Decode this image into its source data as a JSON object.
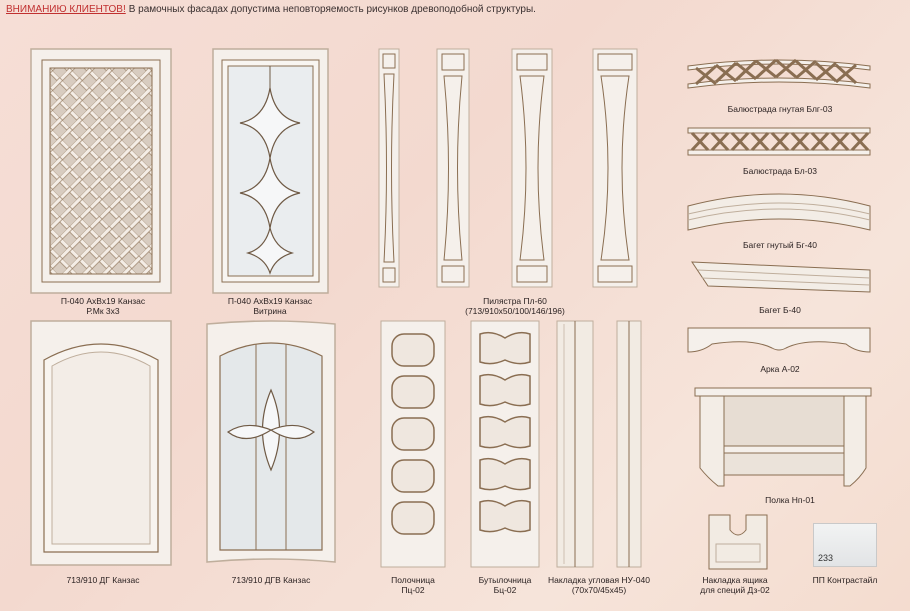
{
  "notice": {
    "highlight": "ВНИМАНИЮ КЛИЕНТОВ!",
    "text": "В рамочных фасадах допустима неповторяемость рисунков древоподобной структуры."
  },
  "captions": {
    "door_lattice": [
      "П-040 АхВх19 Канзас",
      "Р.Мк 3х3"
    ],
    "door_vitrina": [
      "П-040 АхВх19 Канзас",
      "Витрина"
    ],
    "pilaster": [
      "Пилястра Пл-60",
      "(713/910х50/100/146/196)"
    ],
    "baluster_bent": "Балюстрада гнутая Блг-03",
    "baluster": "Балюстрада Бл-03",
    "baget_bent": "Багет гнутый Бг-40",
    "baget": "Багет Б-40",
    "arch": "Арка А-02",
    "shelf": "Полка Нп-01",
    "door_dg": "713/910 ДГ Канзас",
    "door_dgv": "713/910 ДГВ Канзас",
    "shelf_rack": [
      "Полочница",
      "Пц-02"
    ],
    "bottle_rack": [
      "Бутылочница",
      "Бц-02"
    ],
    "corner_overlay": [
      "Накладка угловая НУ-040",
      "(70х70/45х45)"
    ],
    "drawer_overlay": [
      "Накладка ящика",
      "для специй Дз-02"
    ],
    "contrast_panel": "ПП Контрастайл",
    "swatch_number": "233"
  },
  "colors": {
    "wood": "#f5f0eb",
    "outline": "#8a6e52",
    "background": "#f5ddd2"
  }
}
